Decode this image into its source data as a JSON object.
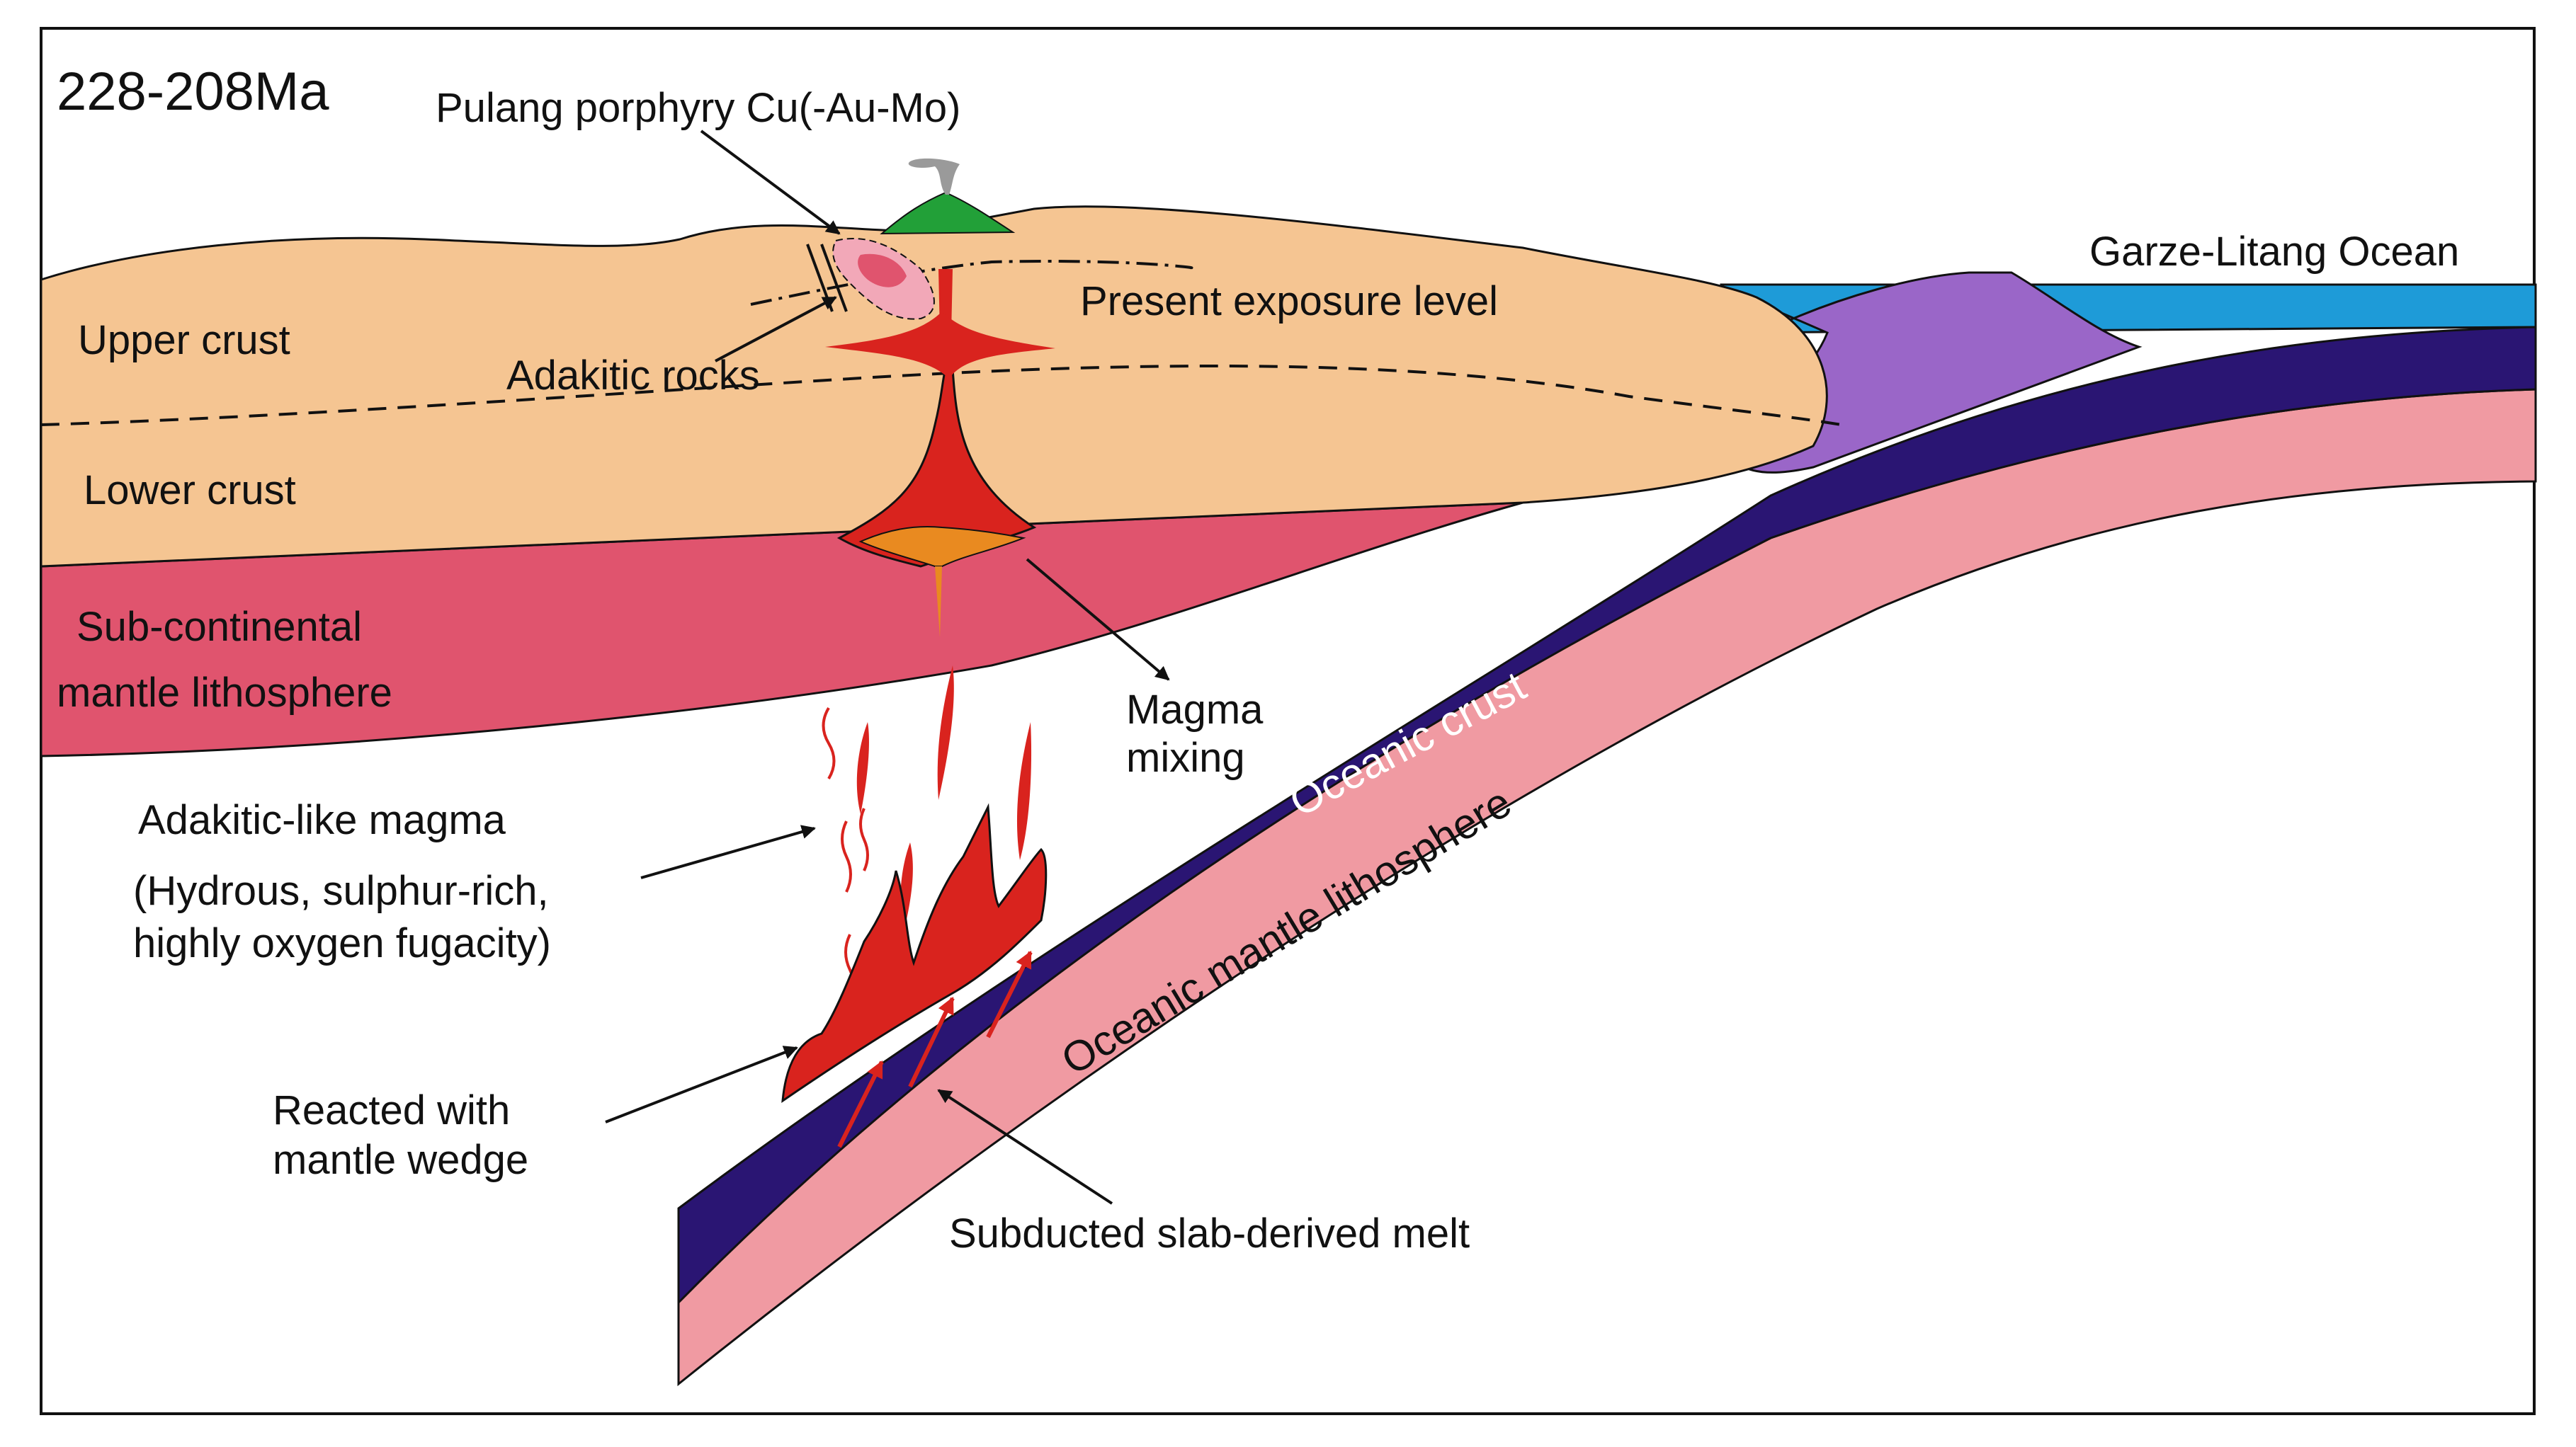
{
  "diagram": {
    "age_label": "228-208Ma",
    "labels": {
      "pulang": "Pulang porphyry Cu(-Au-Mo)",
      "garze_ocean": "Garze-Litang Ocean",
      "present_exposure": "Present exposure level",
      "upper_crust": "Upper crust",
      "adakitic_rocks": "Adakitic rocks",
      "lower_crust": "Lower crust",
      "scml_line1": "Sub-continental",
      "scml_line2": "mantle lithosphere",
      "magma_mixing_line1": "Magma",
      "magma_mixing_line2": "mixing",
      "oceanic_crust": "Oceanic crust",
      "oceanic_mantle": "Oceanic mantle lithosphere",
      "adakitic_magma": "Adakitic-like magma",
      "adakitic_magma_desc1": "(Hydrous, sulphur-rich,",
      "adakitic_magma_desc2": "highly oxygen fugacity)",
      "reacted_line1": "Reacted with",
      "reacted_line2": "mantle wedge",
      "subducted_melt": "Subducted slab-derived melt"
    },
    "colors": {
      "crust": "#F5C592",
      "scml": "#E0546E",
      "oceanic_crust": "#2A1573",
      "oceanic_mantle": "#F09AA2",
      "ocean_water": "#1E9BD8",
      "accretionary_wedge": "#9A66C8",
      "magma": "#D9231E",
      "mixing_zone": "#E98A20",
      "volcano": "#22A038",
      "plume": "#9A9A9A",
      "intrusion": "#F2A8B8"
    }
  }
}
